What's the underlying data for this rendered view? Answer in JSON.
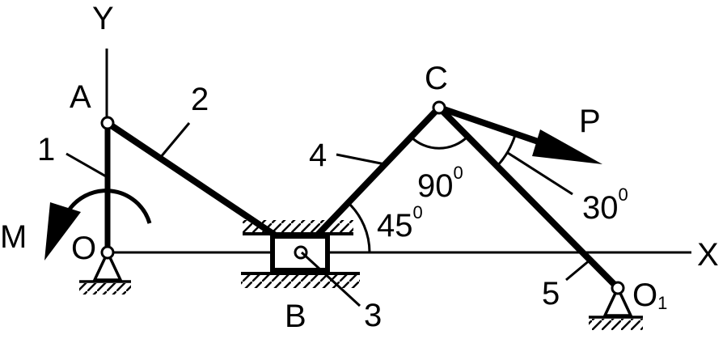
{
  "labels": {
    "axis_y": "Y",
    "axis_x": "X",
    "point_a": "A",
    "point_b": "B",
    "point_c": "C",
    "point_o": "O",
    "point_o1_main": "O",
    "point_o1_sub": "1",
    "link_1": "1",
    "link_2": "2",
    "link_3": "3",
    "link_4": "4",
    "link_5": "5",
    "moment": "M",
    "force": "P",
    "angle_45_value": "45",
    "angle_90_value": "90",
    "angle_30_value": "30",
    "degree_mark": "0"
  },
  "colors": {
    "ink": "#000000",
    "background": "#ffffff"
  }
}
